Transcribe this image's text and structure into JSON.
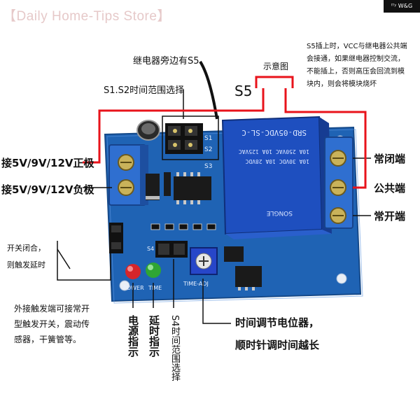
{
  "watermark": "【Daily Home-Tips Store】",
  "badge": "ˡᵀʸ W&G",
  "labels": {
    "relay_side_s5": "继电器旁边有S5",
    "schematic": "示意图",
    "s5": "S5",
    "s1s2_select": "S1.S2时间范围选择",
    "input_positive": "接5V/9V/12V正极",
    "input_negative": "接5V/9V/12V负极",
    "nc": "常闭端",
    "com": "公共端",
    "no": "常开端",
    "switch_close_1": "开关闭合，",
    "switch_close_2": "则触发延时",
    "external_trigger": "外接触发端可接常开\n型触发开关，震动传\n感器，干簧管等。",
    "pot_1": "时间调节电位器，",
    "pot_2": "顺时针调时间越长",
    "power_indicator": "电源指示",
    "delay_indicator": "延时指示",
    "s4_select": "S4时间范围选择",
    "s5_note": "S5插上时，VCC与继电器公共端\n会接通，如果继电器控制交流，\n不能插上，否则高压会回流到模\n块内，则会将模块烧坏"
  },
  "board_text": {
    "relay_l1": "SRD-05VDC-SL-C",
    "relay_l2": "10A 250VAC  10A 125VAC",
    "relay_l3": "10A 30VDC   10A 28VDC",
    "relay_brand": "SONGLE",
    "s1": "S1",
    "s2": "S2",
    "s3": "S3",
    "s4": "S4",
    "power": "POWER",
    "time": "TIME",
    "time_adj": "TIME-ADJ"
  },
  "colors": {
    "board": "#1f63b4",
    "terminal": "#2f6fd0",
    "relay": "#1e4fbf",
    "leader_red": "#e8131b",
    "led_red": "#d6252a",
    "led_green": "#2fa533"
  }
}
